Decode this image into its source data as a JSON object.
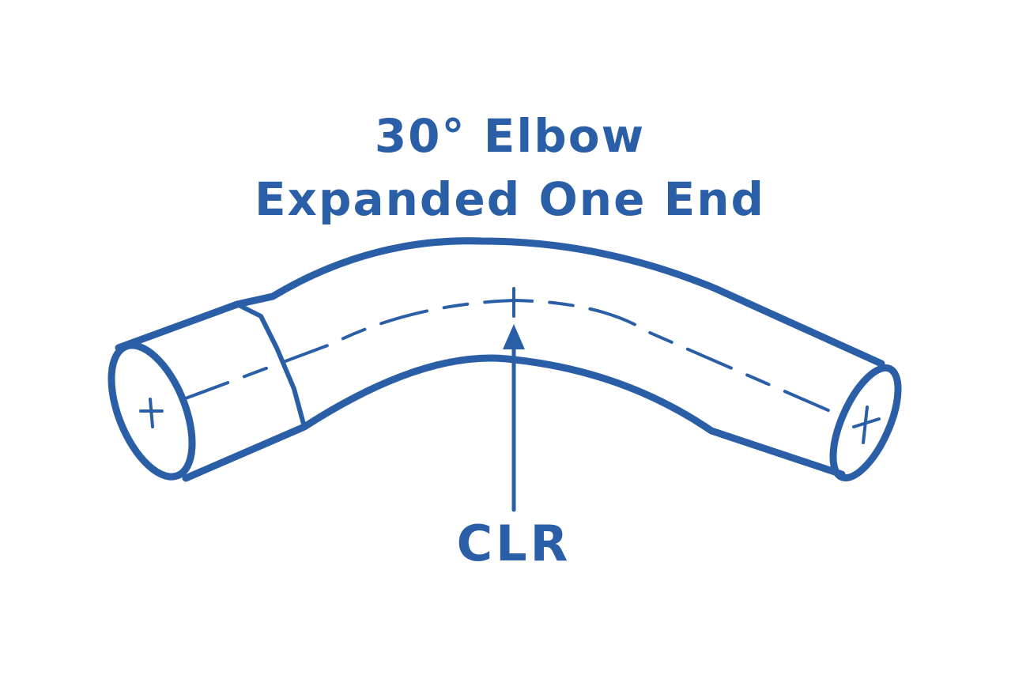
{
  "title": {
    "line1": "30° Elbow",
    "line2": "Expanded One End"
  },
  "callout": {
    "label": "CLR"
  },
  "colors": {
    "ink": "#2a5fa8",
    "background": "#ffffff"
  }
}
